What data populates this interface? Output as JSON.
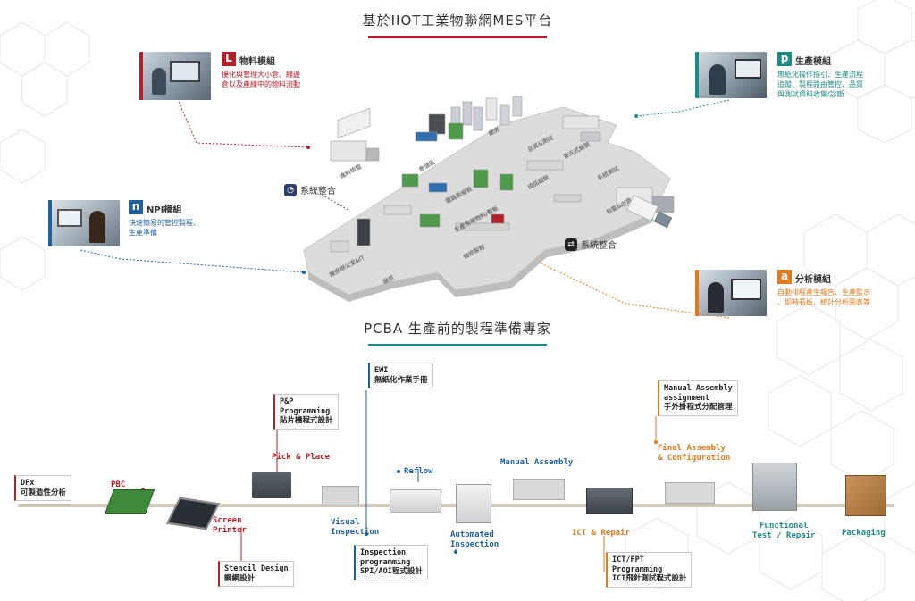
{
  "mes": {
    "title": "基於IIOT工業物聯網MES平台",
    "title_bar_color": "#b3202a",
    "modules": [
      {
        "id": "material",
        "tag": "L",
        "name": "物料模組",
        "desc": "優化與管理大小倉、線邊\n倉以及產線中的物料流動",
        "color": "#b3202a"
      },
      {
        "id": "production",
        "tag": "p",
        "name": "生產模組",
        "desc": "無紙化操作指引、生產流程\n追蹤、製程路由管控、品質\n與測試資料收集/診斷",
        "color": "#1d8a86"
      },
      {
        "id": "npi",
        "tag": "n",
        "name": "NPI模組",
        "desc": "快速簡易的管控製程、\n生產準備",
        "color": "#1f5f9c"
      },
      {
        "id": "analysis",
        "tag": "a",
        "name": "分析模組",
        "desc": "自動排程產生報告、生產監示\n、即時看板、統計分析圖表等",
        "color": "#e07a1f"
      }
    ],
    "system_integration": [
      "系統整合",
      "系統整合"
    ],
    "factory_labels": [
      "進料檢驗",
      "廠房",
      "品質&測試",
      "單元式組裝",
      "倉儲區",
      "電路板組裝",
      "成品組裝",
      "生產現場物料/看板",
      "包裝&出貨",
      "系統測試",
      "維修製程",
      "廠房辦公室&IT",
      "廠房"
    ]
  },
  "pcba": {
    "title": "PCBA 生產前的製程準備專家",
    "title_bar_color": "#1d8a86",
    "stages": [
      {
        "id": "pbc",
        "label": "PBC",
        "color": "#b3202a"
      },
      {
        "id": "screen",
        "label": "Screen\nPrinter",
        "color": "#b3202a"
      },
      {
        "id": "pick",
        "label": "Pick & Place",
        "color": "#b3202a"
      },
      {
        "id": "visual",
        "label": "Visual\nInspection",
        "color": "#1f5f9c"
      },
      {
        "id": "reflow",
        "label": "Reflow",
        "color": "#1f5f9c"
      },
      {
        "id": "aoi",
        "label": "Automated\nInspection",
        "color": "#1f5f9c"
      },
      {
        "id": "manual",
        "label": "Manual Assembly",
        "color": "#1f5f9c"
      },
      {
        "id": "ict",
        "label": "ICT & Repair",
        "color": "#e07a1f"
      },
      {
        "id": "final",
        "label": "Final Assembly\n& Configuration",
        "color": "#e07a1f"
      },
      {
        "id": "functional",
        "label": "Functional\nTest / Repair",
        "color": "#1d8a86"
      },
      {
        "id": "packaging",
        "label": "Packaging",
        "color": "#1d8a86"
      }
    ],
    "boxes": [
      {
        "id": "dfx",
        "text": "DFx\n可製造性分析",
        "style": "red"
      },
      {
        "id": "stencil",
        "text": "Stencil Design\n鋼網設計",
        "style": "red"
      },
      {
        "id": "pp",
        "text": "P&P\nProgramming\n貼片機程式設計",
        "style": "red"
      },
      {
        "id": "ewi",
        "text": "EWI\n無紙化作業手冊",
        "style": "blue"
      },
      {
        "id": "insp",
        "text": "Inspection\nprogramming\nSPI/AOI程式設計",
        "style": "blue"
      },
      {
        "id": "ma",
        "text": "Manual Assembly\nassignment\n手外掛程式分配管理",
        "style": "orange"
      },
      {
        "id": "ictfpt",
        "text": "ICT/FPT\nProgramming\nICT飛針測試程式設計",
        "style": "orange"
      }
    ]
  }
}
